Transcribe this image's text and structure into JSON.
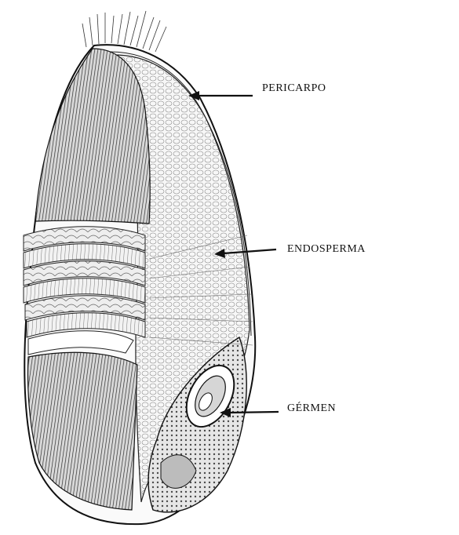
{
  "labels": {
    "pericarpo": "PERICARPO",
    "endosperma": "ENDOSPERMA",
    "germen": "GÉRMEN"
  },
  "colors": {
    "ink": "#111111",
    "shade": "#3a3a3a",
    "paper": "#ffffff"
  },
  "icons": {
    "arrow": "arrow-left-icon"
  }
}
